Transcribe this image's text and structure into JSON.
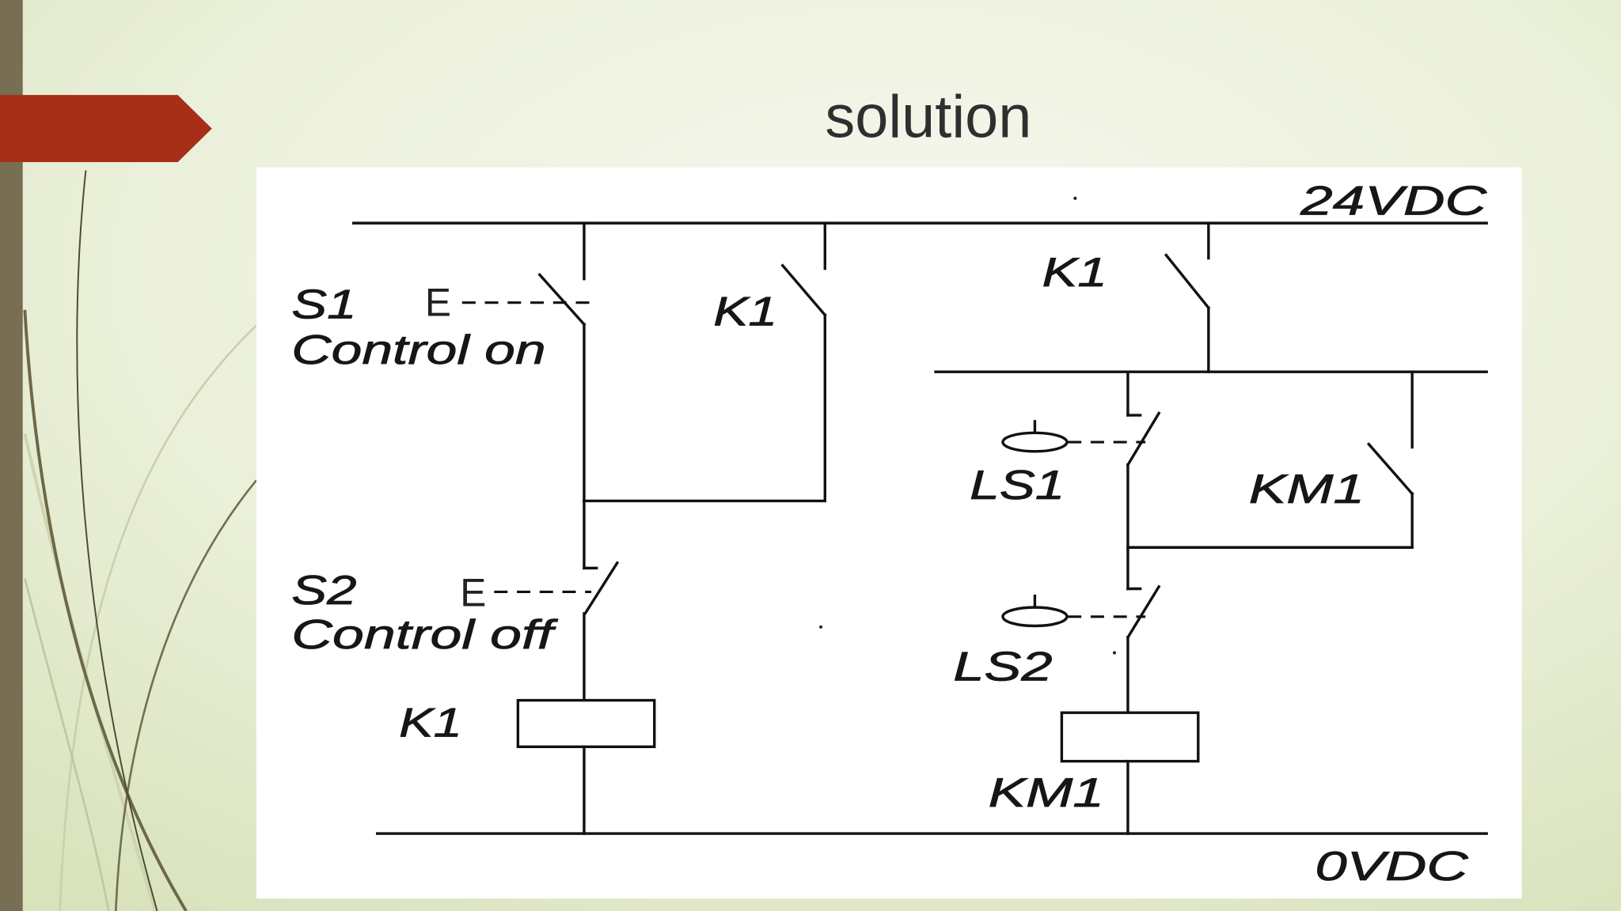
{
  "slide": {
    "title": "solution"
  },
  "theme": {
    "sidebar_bar": "#776e54",
    "accent_arrow": "#a72f18",
    "title_text": "#2f2f2f",
    "diagram_panel": "#ffffff",
    "diagram_ink": "#111111"
  },
  "diagram": {
    "supply_positive": "24VDC",
    "supply_negative": "0VDC",
    "control_on_switch": {
      "tag": "S1",
      "label": "Control on",
      "actuator": "E"
    },
    "control_off_switch": {
      "tag": "S2",
      "label": "Control off",
      "actuator": "E"
    },
    "k1_holding_contact": "K1",
    "k1_coil": "K1",
    "k1_load_contact": "K1",
    "limit_switch_1": "LS1",
    "limit_switch_2": "LS2",
    "km1_holding_contact": "KM1",
    "km1_coil": "KM1"
  }
}
